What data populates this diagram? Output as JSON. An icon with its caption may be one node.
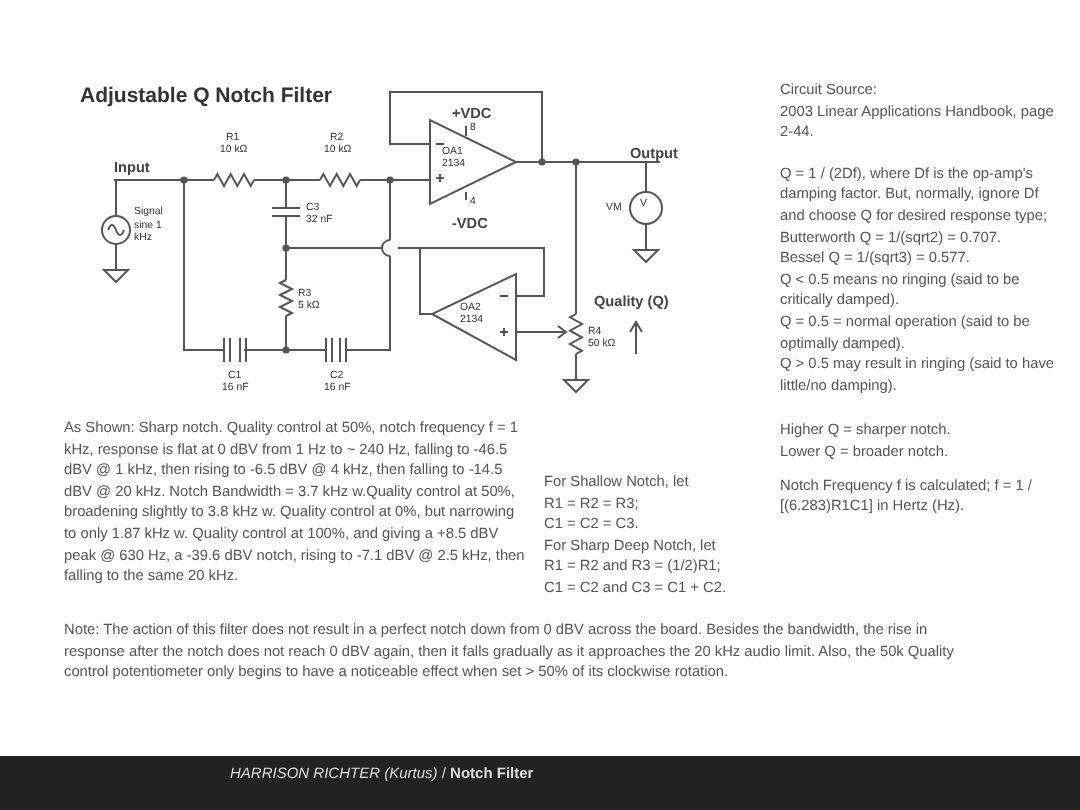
{
  "diagram": {
    "title": "Adjustable Q Notch Filter",
    "labels": [
      "Input",
      "R1",
      "10 kΩ",
      "R2",
      "10 kΩ",
      "+VDC",
      "8",
      "OA1",
      "2134",
      "4",
      "-VDC",
      "Output",
      "C3",
      "32 nF",
      "Signal sine 1 kHz",
      "VM",
      "V",
      "R3",
      "5 kΩ",
      "OA2",
      "2134",
      "Quality (Q)",
      "R4",
      "50 kΩ",
      "C1",
      "16 nF",
      "C2",
      "16 nF",
      "As Shown: Sharp notch. Quality control at 50%, notch frequency f = 1 kHz, response is flat at 0 dBV from 1 Hz to ~ 240 Hz, falling to -46.5 dBV @ 1 kHz, then rising to -6.5 dBV @ 4 kHz, then falling to -14.5 dBV @ 20 kHz. Notch Bandwidth = 3.7 kHz w.Quality control at 50%, broadening slightly to 3.8 kHz w. Quality control at 0%, but narrowing to only 1.87 kHz w. Quality control at 100%, and giving a +8.5 dBV peak @ 630 Hz, a -39.6 dBV notch, rising to -7.1 dBV @ 2.5 kHz, then falling to the same 20 kHz.",
      "For Shallow Notch, let",
      "R1 = R2 = R3;",
      "C1 = C2 = C3.",
      "For Sharp Deep Notch, let",
      "R1 = R2 and R3 = (1/2)R1;",
      "C1 = C2 and C3 = C1 + C2.",
      "Circuit Source:",
      "2003 Linear Applications Handbook, page 2-44.",
      "Q = 1 / (2Df), where Df is the op-amp's damping factor. But, normally, ignore Df and choose Q for desired response type;",
      "Butterworth Q = 1/(sqrt2) = 0.707.",
      "Bessel Q = 1/(sqrt3) = 0.577.",
      "Q < 0.5 means no ringing (said to be critically damped).",
      "Q = 0.5 = normal operation (said to be optimally damped).",
      "Q > 0.5 may result in ringing (said to have little/no damping).",
      "Higher Q = sharper notch.",
      "Lower Q = broader notch.",
      "Notch Frequency f is calculated; f = 1 / [(6.283)R1C1] in Hertz (Hz).",
      "Note: The action of this filter does not result in a perfect notch down from 0 dBV across the board. Besides the bandwidth, the rise in response after the notch does not reach 0 dBV again, then it falls gradually as it approaches the 20 kHz audio limit. Also, the 50k Quality control potentiometer only begins to have a noticeable effect when set > 50% of its clockwise rotation.",
      "*HARRISON RICHTER (Kurtus)* / **Notch Filter**"
    ]
  }
}
